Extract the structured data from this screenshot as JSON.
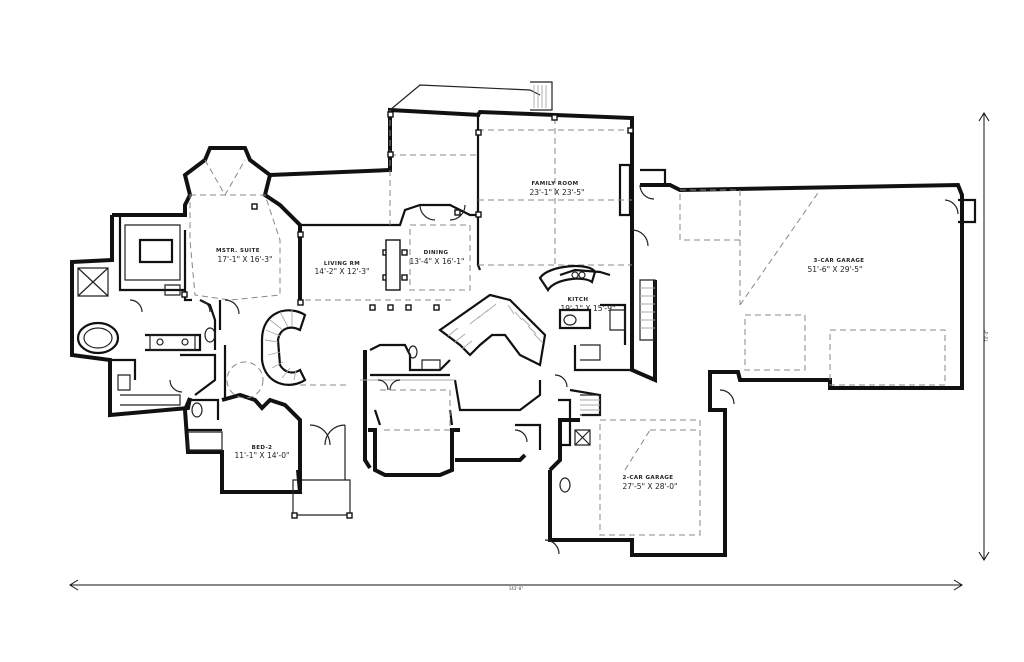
{
  "rooms": [
    {
      "name": "MSTR. SUITE",
      "size": "17'-1\" X 16'-3\""
    },
    {
      "name": "LIVING RM",
      "size": "14'-2\" X 12'-3\""
    },
    {
      "name": "DINING",
      "size": "13'-4\" X 16'-1\""
    },
    {
      "name": "FAMILY ROOM",
      "size": "23'-1\" X 23'-5\""
    },
    {
      "name": "KITCH",
      "size": "19'-1\" X 15'-9\""
    },
    {
      "name": "3-CAR GARAGE",
      "size": "51'-6\" X 29'-5\""
    },
    {
      "name": "BED-2",
      "size": "11'-1\" X 14'-0\""
    },
    {
      "name": "2-CAR GARAGE",
      "size": "27'-5\" X 28'-0\""
    }
  ],
  "dimensions": {
    "overall_width": "143'-8\"",
    "overall_depth": "74'-4\""
  }
}
